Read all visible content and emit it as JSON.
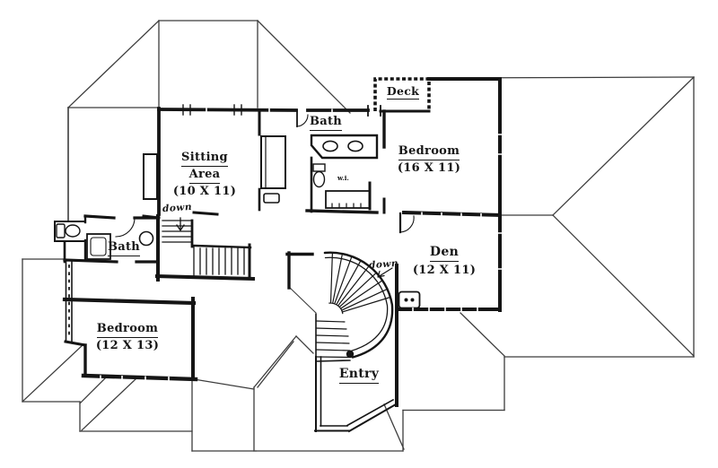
{
  "page": {
    "background": "#ffffff",
    "ink": "#1a1a1a"
  },
  "floorplan": {
    "rooms": {
      "sitting": {
        "line1": "Sitting",
        "line2": "Area",
        "dims": "(10 X 11)"
      },
      "bath_upper": {
        "name": "Bath"
      },
      "deck": {
        "name": "Deck"
      },
      "bedroom_upper": {
        "name": "Bedroom",
        "dims": "(16 X 11)"
      },
      "den": {
        "name": "Den",
        "dims": "(12 X 11)"
      },
      "bath_lower": {
        "name": "Bath"
      },
      "bedroom_lower": {
        "name": "Bedroom",
        "dims": "(12 X 13)"
      },
      "entry": {
        "name": "Entry"
      }
    },
    "annotations": {
      "down_back_stair": "down",
      "down_main_stair": "down",
      "walk_in": "w.i."
    }
  }
}
